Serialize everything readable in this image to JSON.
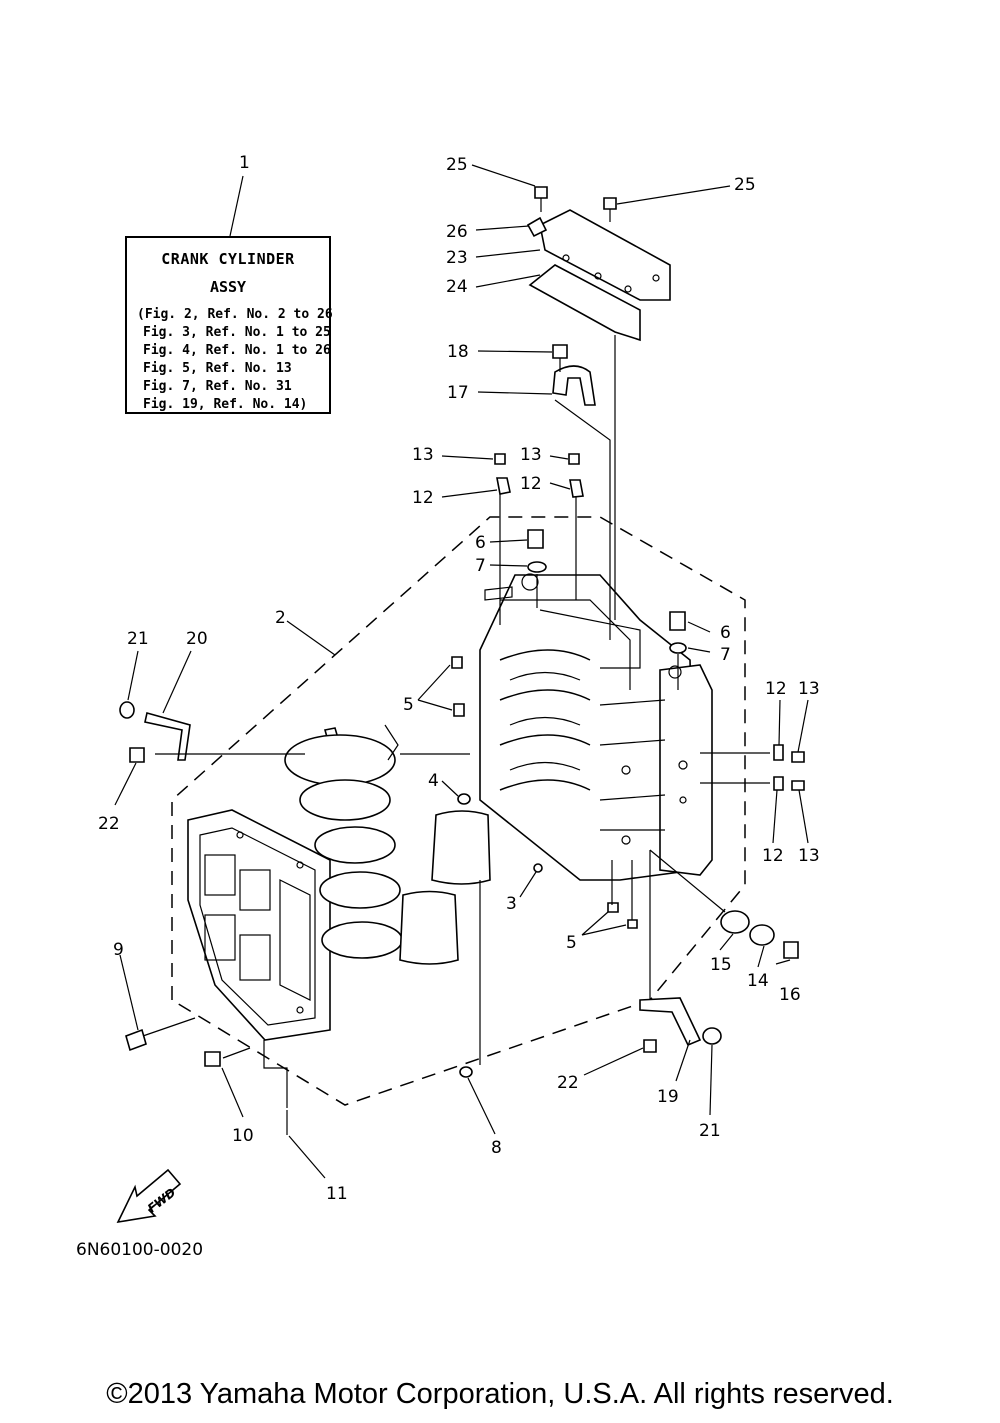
{
  "title_box": {
    "line1": "CRANK CYLINDER",
    "line2": "ASSY",
    "refs": [
      "(Fig. 2, Ref. No. 2 to 26",
      "Fig. 3, Ref. No. 1 to 25",
      "Fig. 4, Ref. No. 1 to 26",
      "Fig. 5, Ref. No. 13",
      "Fig. 7, Ref. No. 31",
      "Fig. 19, Ref. No. 14)"
    ]
  },
  "callouts": {
    "c1": "1",
    "c2": "2",
    "c3": "3",
    "c4": "4",
    "c5": "5",
    "c6": "6",
    "c7": "7",
    "c8": "8",
    "c9": "9",
    "c10": "10",
    "c11": "11",
    "c12": "12",
    "c13": "13",
    "c14": "14",
    "c15": "15",
    "c16": "16",
    "c17": "17",
    "c18": "18",
    "c19": "19",
    "c20": "20",
    "c21": "21",
    "c22": "22",
    "c23": "23",
    "c24": "24",
    "c25": "25",
    "c26": "26"
  },
  "fwd_label": "FWD",
  "diagram_code": "6N60100-0020",
  "copyright": "©2013 Yamaha Motor Corporation, U.S.A. All rights reserved."
}
